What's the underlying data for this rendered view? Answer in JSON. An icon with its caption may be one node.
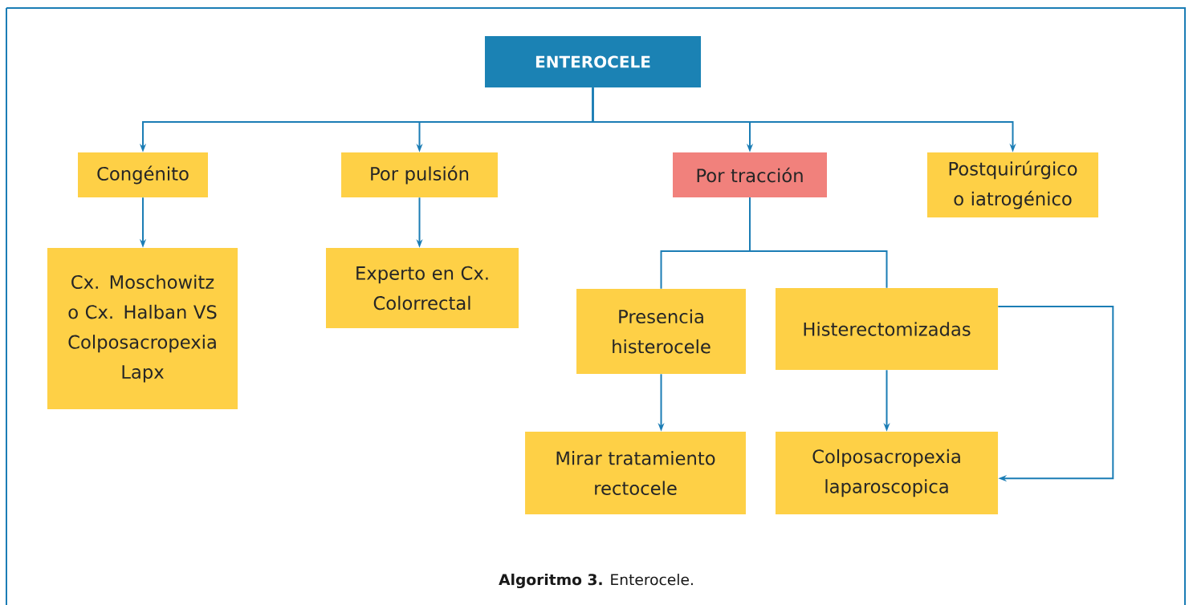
{
  "diagram": {
    "caption": "**Algoritmo 3.** Enterocele.",
    "nodes": [
      {
        "text": [
          "ENTEROCELE"
        ]
      },
      {
        "text": [
          "Congénito"
        ]
      },
      {
        "text": [
          "Por pulsión"
        ]
      },
      {
        "text": [
          "Por tracción"
        ]
      },
      {
        "text": [
          "Postquirúrgico o iatrogénico"
        ]
      },
      {
        "text": [
          "Cx. Moschowitz o Cx. Halban VS Colposacropexia Lapx"
        ]
      },
      {
        "text": [
          "Experto en Cx. Colorrectal"
        ]
      },
      {
        "text": [
          "Presencia histerocele"
        ]
      },
      {
        "text": [
          "Histerectomizadas"
        ]
      },
      {
        "text": [
          "Mirar tratamiento rectocele"
        ]
      },
      {
        "text": [
          "Colposacropexia laparoscopica"
        ]
      }
    ],
    "edges": [
      {
        "from": 0,
        "to": 1,
        "arrow": "to"
      },
      {
        "from": 0,
        "to": 2,
        "arrow": "to"
      },
      {
        "from": 0,
        "to": 3,
        "arrow": "to"
      },
      {
        "from": 0,
        "to": 4,
        "arrow": "to"
      },
      {
        "from": 1,
        "to": 5,
        "arrow": "to"
      },
      {
        "from": 2,
        "to": 6,
        "arrow": "to"
      },
      {
        "from": 3,
        "to": 7,
        "arrow": "none"
      },
      {
        "from": 3,
        "to": 8,
        "arrow": "none"
      },
      {
        "from": 7,
        "to": 9,
        "arrow": "to"
      },
      {
        "from": 8,
        "to": 10,
        "arrow": "to"
      },
      {
        "from": 8,
        "to": 10,
        "arrow": "to"
      }
    ]
  }
}
